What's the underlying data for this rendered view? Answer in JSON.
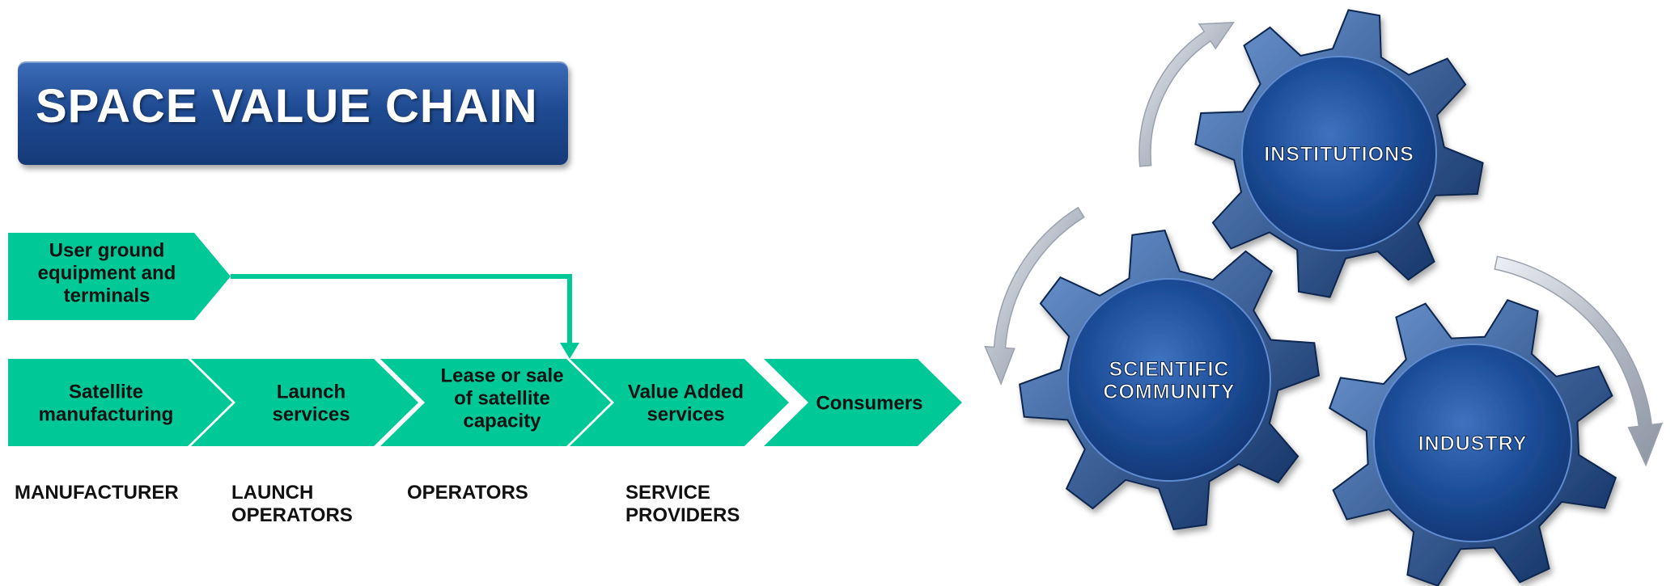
{
  "title": "SPACE VALUE CHAIN",
  "colors": {
    "chevron": "#00c896",
    "connector": "#00c896",
    "title_bg": "#1f4b93",
    "gear_dark": "#0f3470",
    "gear_light": "#3f72bf",
    "cycle_arrow": "#b4bac6"
  },
  "top_step": "User ground\nequipment and\nterminals",
  "chain": [
    "Satellite\nmanufacturing",
    "Launch\nservices",
    "Lease or sale\nof satellite\ncapacity",
    "Value Added\nservices",
    "Consumers"
  ],
  "roles": [
    "MANUFACTURER",
    "LAUNCH\nOPERATORS",
    "OPERATORS",
    "SERVICE\nPROVIDERS"
  ],
  "gears": [
    {
      "id": "institutions",
      "label": "INSTITUTIONS"
    },
    {
      "id": "scientific",
      "label": "SCIENTIFIC\nCOMMUNITY"
    },
    {
      "id": "industry",
      "label": "INDUSTRY"
    }
  ]
}
